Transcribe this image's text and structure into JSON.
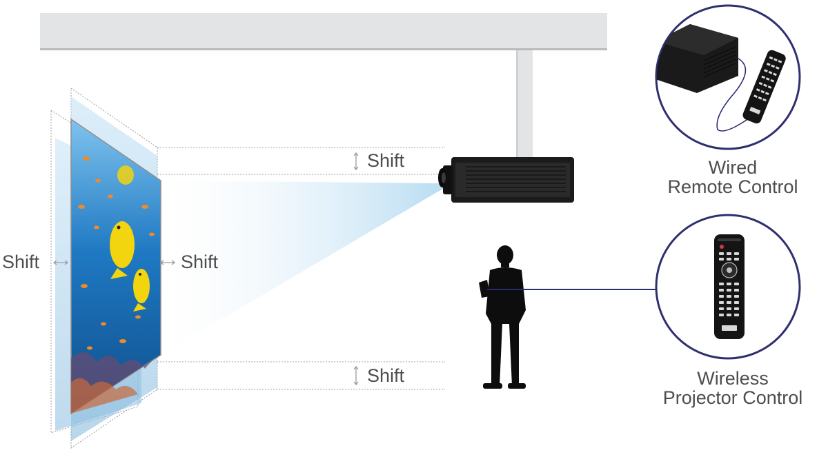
{
  "labels": {
    "shift_top": "Shift",
    "shift_bottom": "Shift",
    "shift_left": "Shift",
    "shift_right": "Shift"
  },
  "wired_caption": {
    "line1": "Wired",
    "line2": "Remote Control"
  },
  "wireless_caption": {
    "line1": "Wireless",
    "line2": "Projector Control"
  },
  "colors": {
    "text": "#4d4d4d",
    "ceiling": "#e3e4e6",
    "ceiling_edge": "#b9babd",
    "beam": "#b8dcf2",
    "ring": "#2f2f6f",
    "cable": "#2a2a7a",
    "ocean": "#1f79c2",
    "fish": "#f2d40f"
  },
  "icons": [
    "projector-icon",
    "person-silhouette-icon",
    "remote-control-icon",
    "arrow-vertical-icon",
    "arrow-horizontal-icon"
  ]
}
